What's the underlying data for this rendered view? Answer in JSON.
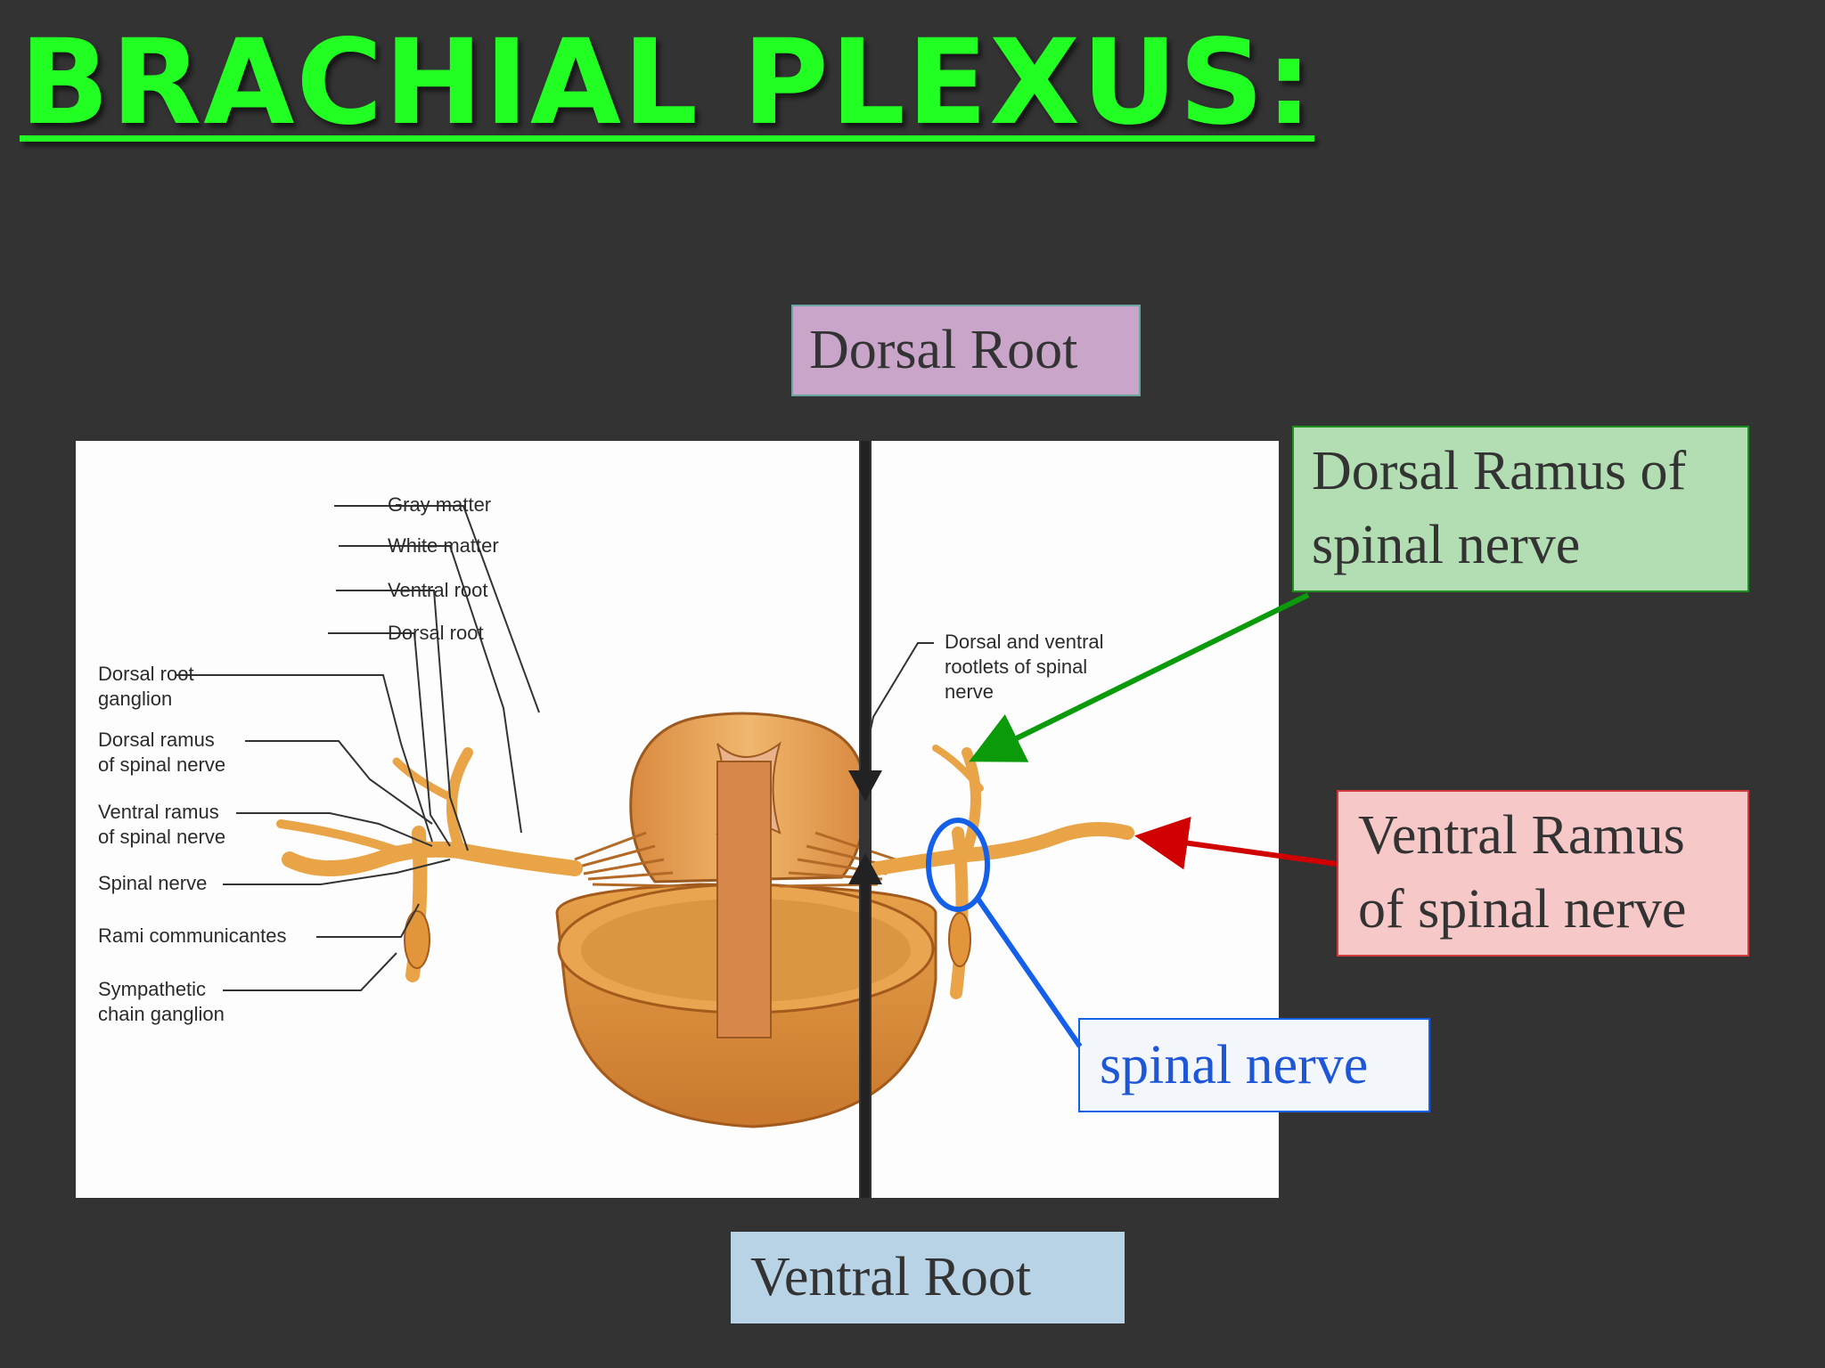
{
  "title": "BRACHIAL PLEXUS:",
  "colors": {
    "background": "#333333",
    "title": "#22ff22",
    "dorsal_root_box": "#c9a6c9",
    "dorsal_ramus_box": "#b3ddb3",
    "ventral_ramus_box": "#f7c8c8",
    "spinal_nerve_box": "#f3f6fb",
    "ventral_root_box": "#b9d3e6",
    "green_arrow": "#0a9a0a",
    "red_arrow": "#d10000",
    "blue_marker": "#1560e8"
  },
  "callouts": {
    "dorsal_root": "Dorsal Root",
    "dorsal_ramus": "Dorsal Ramus of\nspinal nerve",
    "ventral_ramus": "Ventral Ramus\nof spinal nerve",
    "spinal_nerve": "spinal nerve",
    "ventral_root": "Ventral Root"
  },
  "figure_labels": {
    "gray_matter": "Gray matter",
    "white_matter": "White matter",
    "ventral_root": "Ventral root",
    "dorsal_root": "Dorsal root",
    "dorsal_root_ganglion": "Dorsal root\nganglion",
    "dorsal_ramus": "Dorsal ramus\nof spinal nerve",
    "ventral_ramus": "Ventral ramus\nof spinal nerve",
    "spinal_nerve": "Spinal nerve",
    "rami_communicantes": "Rami communicantes",
    "sympathetic_chain_ganglion": "Sympathetic\nchain ganglion",
    "rootlets": "Dorsal and ventral\nrootlets of spinal\nnerve"
  }
}
